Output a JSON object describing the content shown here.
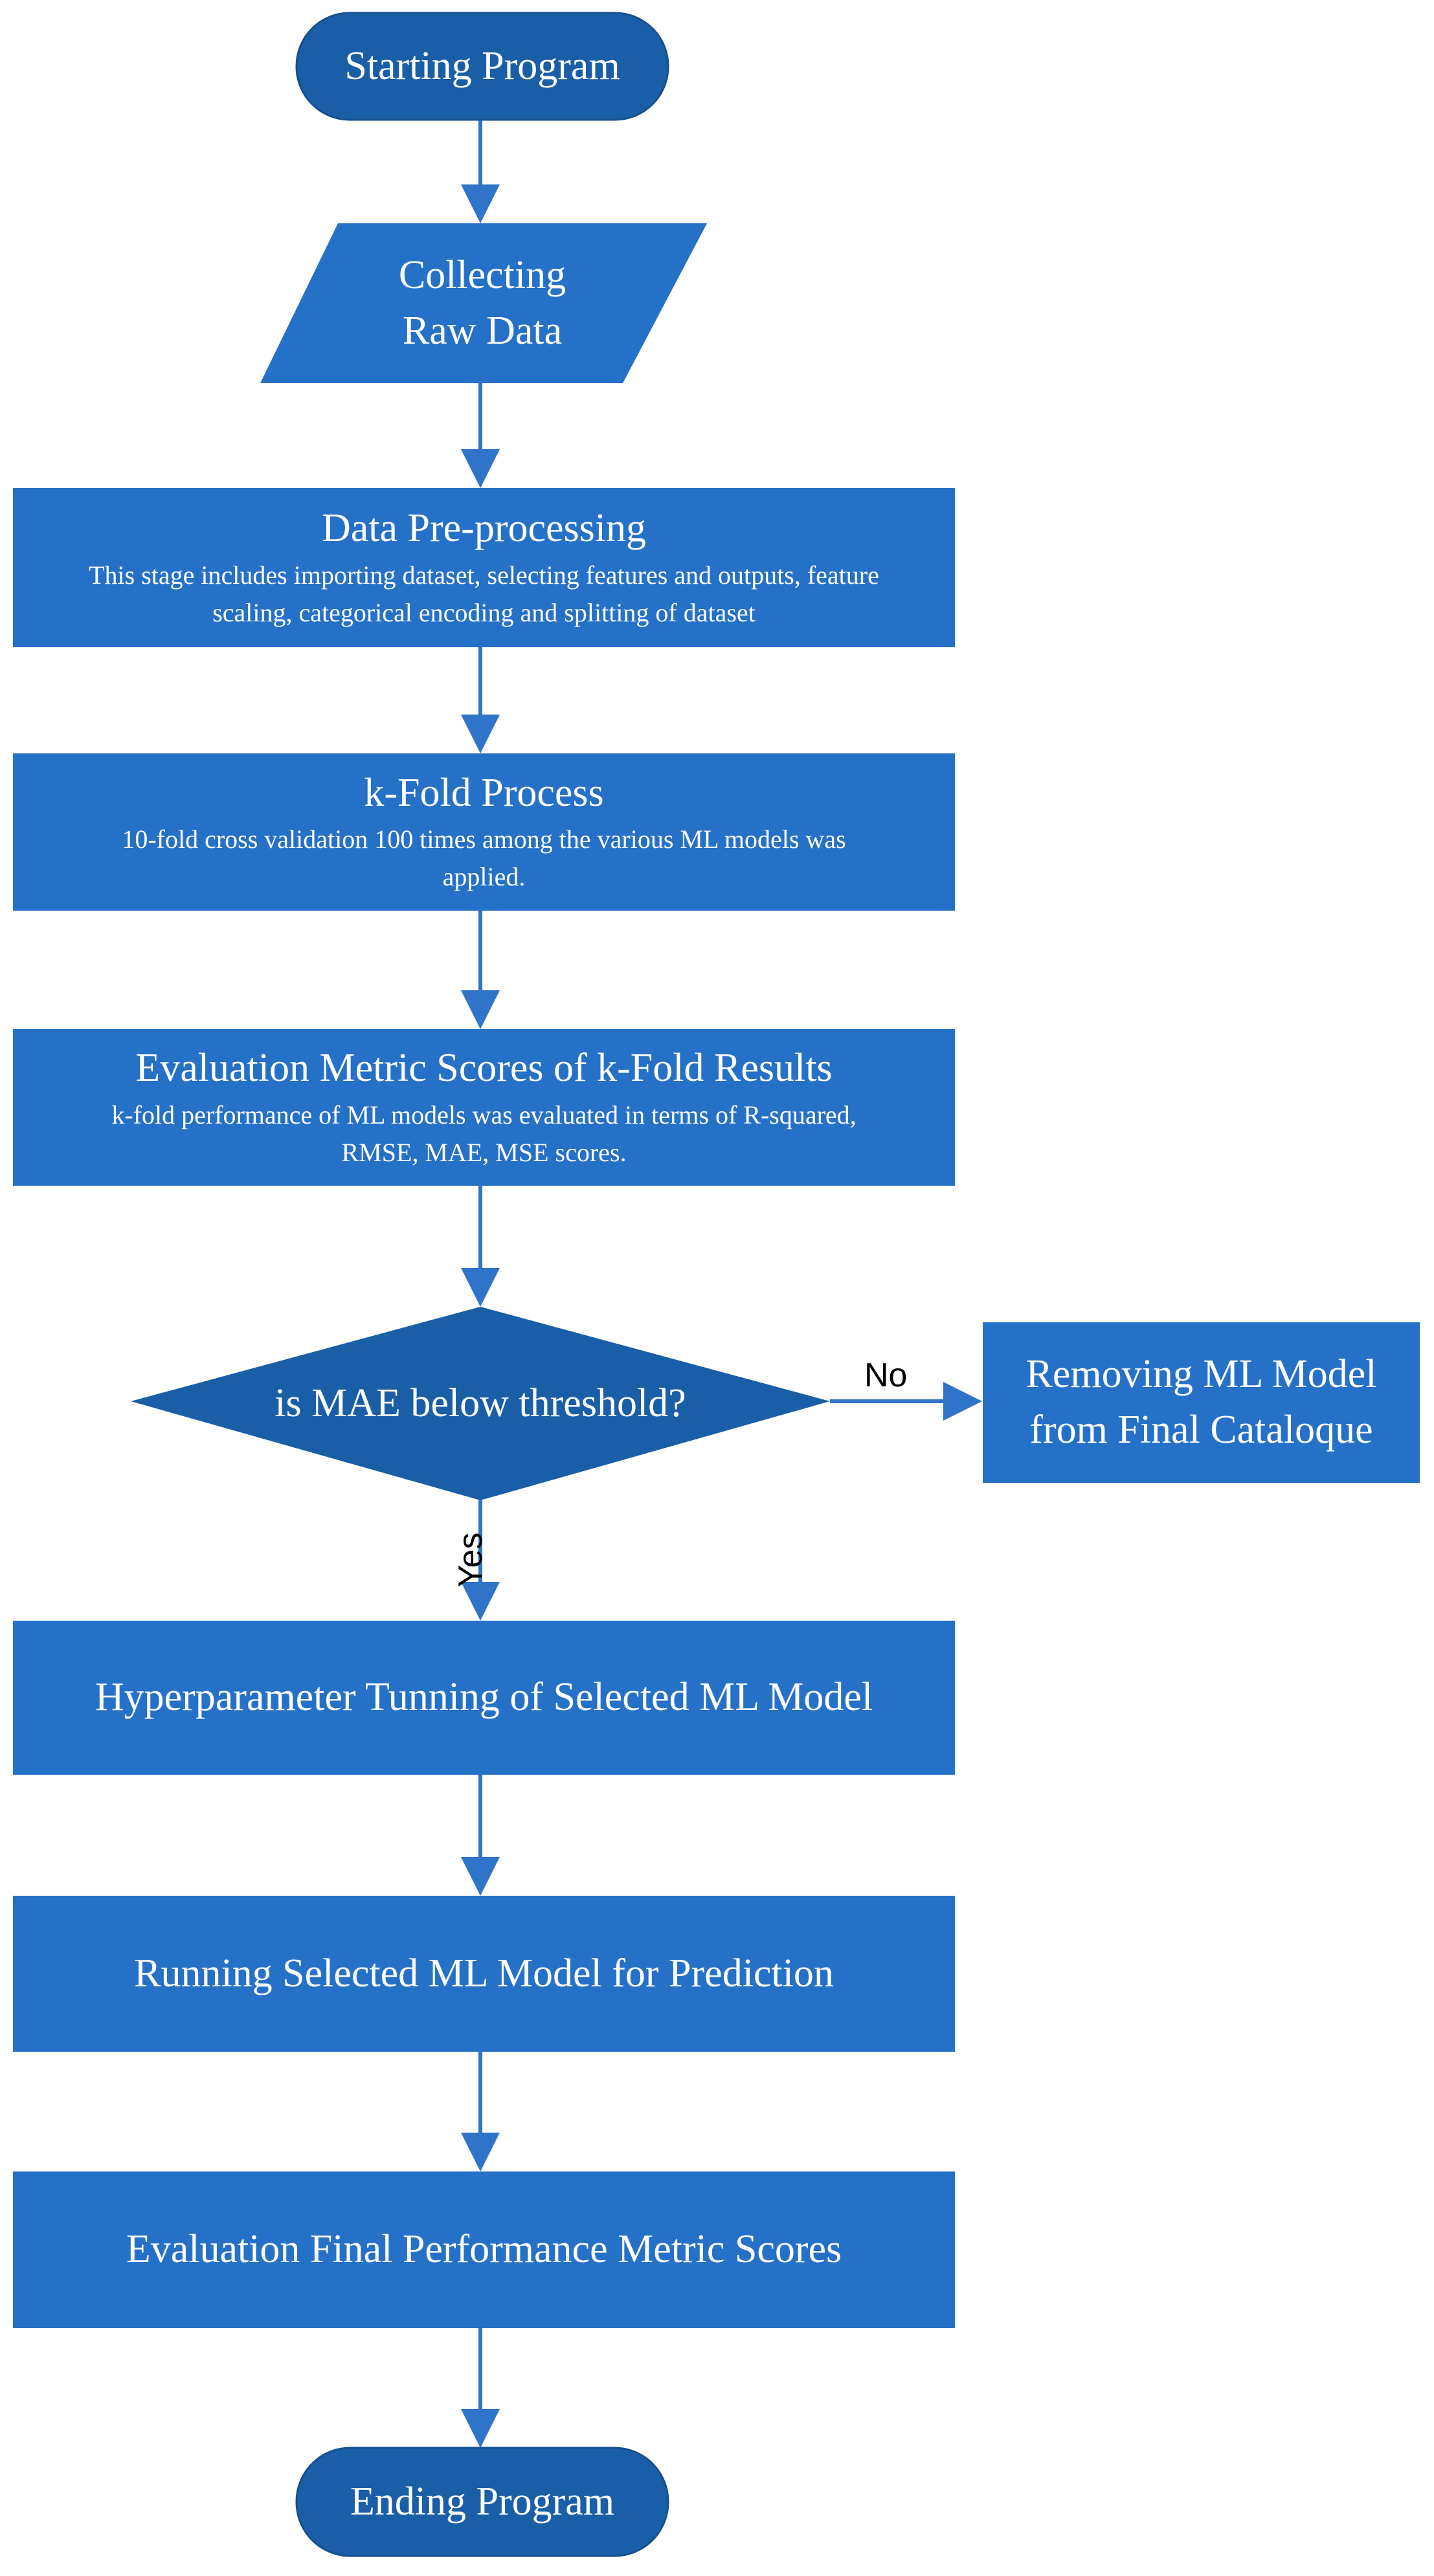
{
  "diagram": {
    "colors": {
      "fill": "#2671c8",
      "fill_dark": "#1a5ea8",
      "arrow": "#2f74c8",
      "text": "#ffffff"
    },
    "nodes": {
      "start": {
        "label": "Starting Program"
      },
      "collect": {
        "label_line1": "Collecting",
        "label_line2": "Raw Data"
      },
      "preprocess": {
        "title": "Data Pre-processing",
        "desc_line1": "This stage includes importing dataset, selecting features and outputs, feature",
        "desc_line2": "scaling, categorical encoding and splitting of dataset"
      },
      "kfold": {
        "title": "k-Fold Process",
        "desc_line1": "10-fold cross validation 100 times among the various ML models was",
        "desc_line2": "applied."
      },
      "evaluation": {
        "title": "Evaluation Metric Scores of k-Fold Results",
        "desc_line1": "k-fold performance of ML models was evaluated in terms of R-squared,",
        "desc_line2": "RMSE, MAE, MSE scores."
      },
      "decision": {
        "label": "is MAE below threshold?"
      },
      "remove": {
        "label_line1": "Removing ML Model",
        "label_line2": "from Final Cataloque"
      },
      "tuning": {
        "label": "Hyperparameter Tunning of Selected ML Model"
      },
      "running": {
        "label": "Running Selected ML Model for Prediction"
      },
      "final_eval": {
        "label": "Evaluation Final Performance Metric Scores"
      },
      "end": {
        "label": "Ending Program"
      }
    },
    "edges": {
      "no_label": "No",
      "yes_label": "Yes"
    }
  }
}
